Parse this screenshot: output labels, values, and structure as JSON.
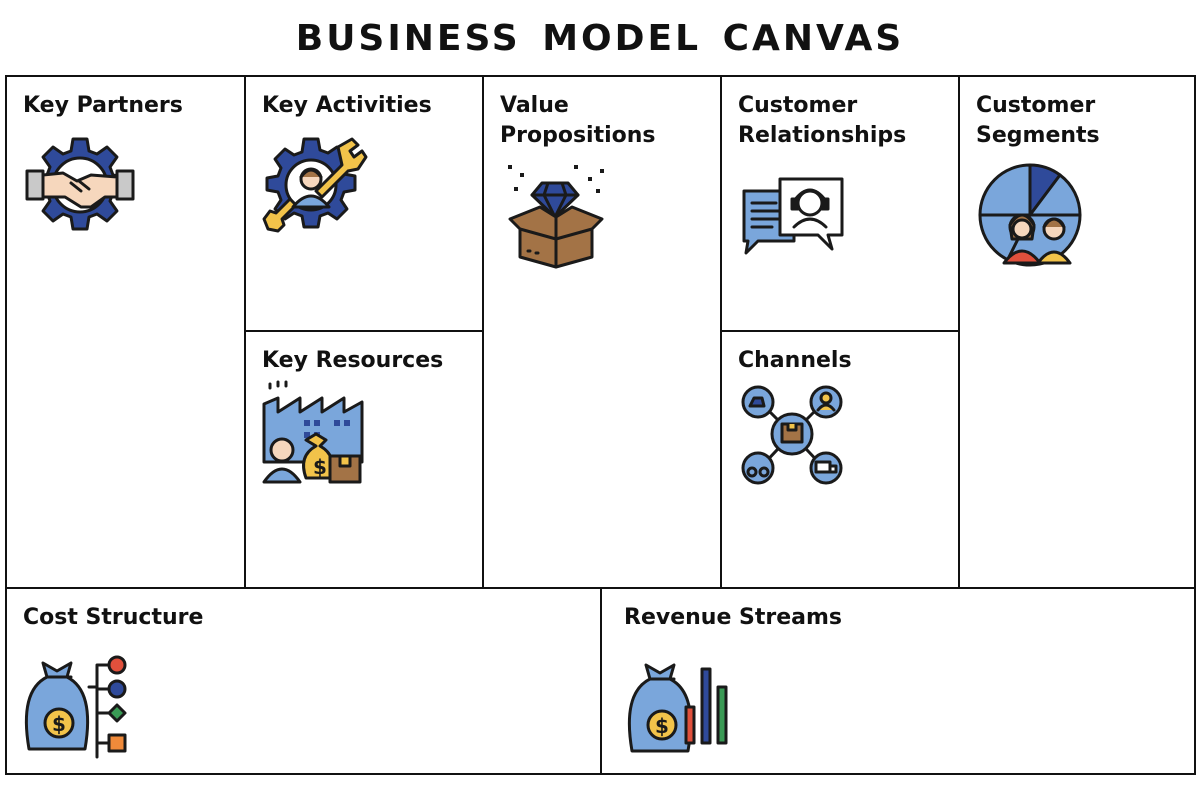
{
  "title": "BUSINESS MODEL CANVAS",
  "blocks": {
    "key_partners": {
      "label": "Key Partners",
      "icon": "handshake-gear-icon"
    },
    "key_activities": {
      "label": "Key Activities",
      "icon": "worker-gear-wrench-icon"
    },
    "key_resources": {
      "label": "Key Resources",
      "icon": "factory-worker-money-icon"
    },
    "value_propositions": {
      "label_line1": "Value",
      "label_line2": "Propositions",
      "icon": "diamond-box-icon"
    },
    "customer_relationships": {
      "label_line1": "Customer",
      "label_line2": "Relationships",
      "icon": "support-chat-icon"
    },
    "channels": {
      "label": "Channels",
      "icon": "distribution-network-icon"
    },
    "customer_segments": {
      "label_line1": "Customer",
      "label_line2": "Segments",
      "icon": "pie-people-icon"
    },
    "cost_structure": {
      "label": "Cost Structure",
      "icon": "money-bag-flow-icon"
    },
    "revenue_streams": {
      "label": "Revenue Streams",
      "icon": "money-bag-chart-icon"
    }
  },
  "colors": {
    "blue_dark": "#2f4a9a",
    "blue_light": "#7aa6db",
    "gold": "#f2c34a",
    "brown": "#a37346",
    "red": "#e0503c",
    "green": "#3a9a55",
    "orange": "#f08a3a"
  }
}
